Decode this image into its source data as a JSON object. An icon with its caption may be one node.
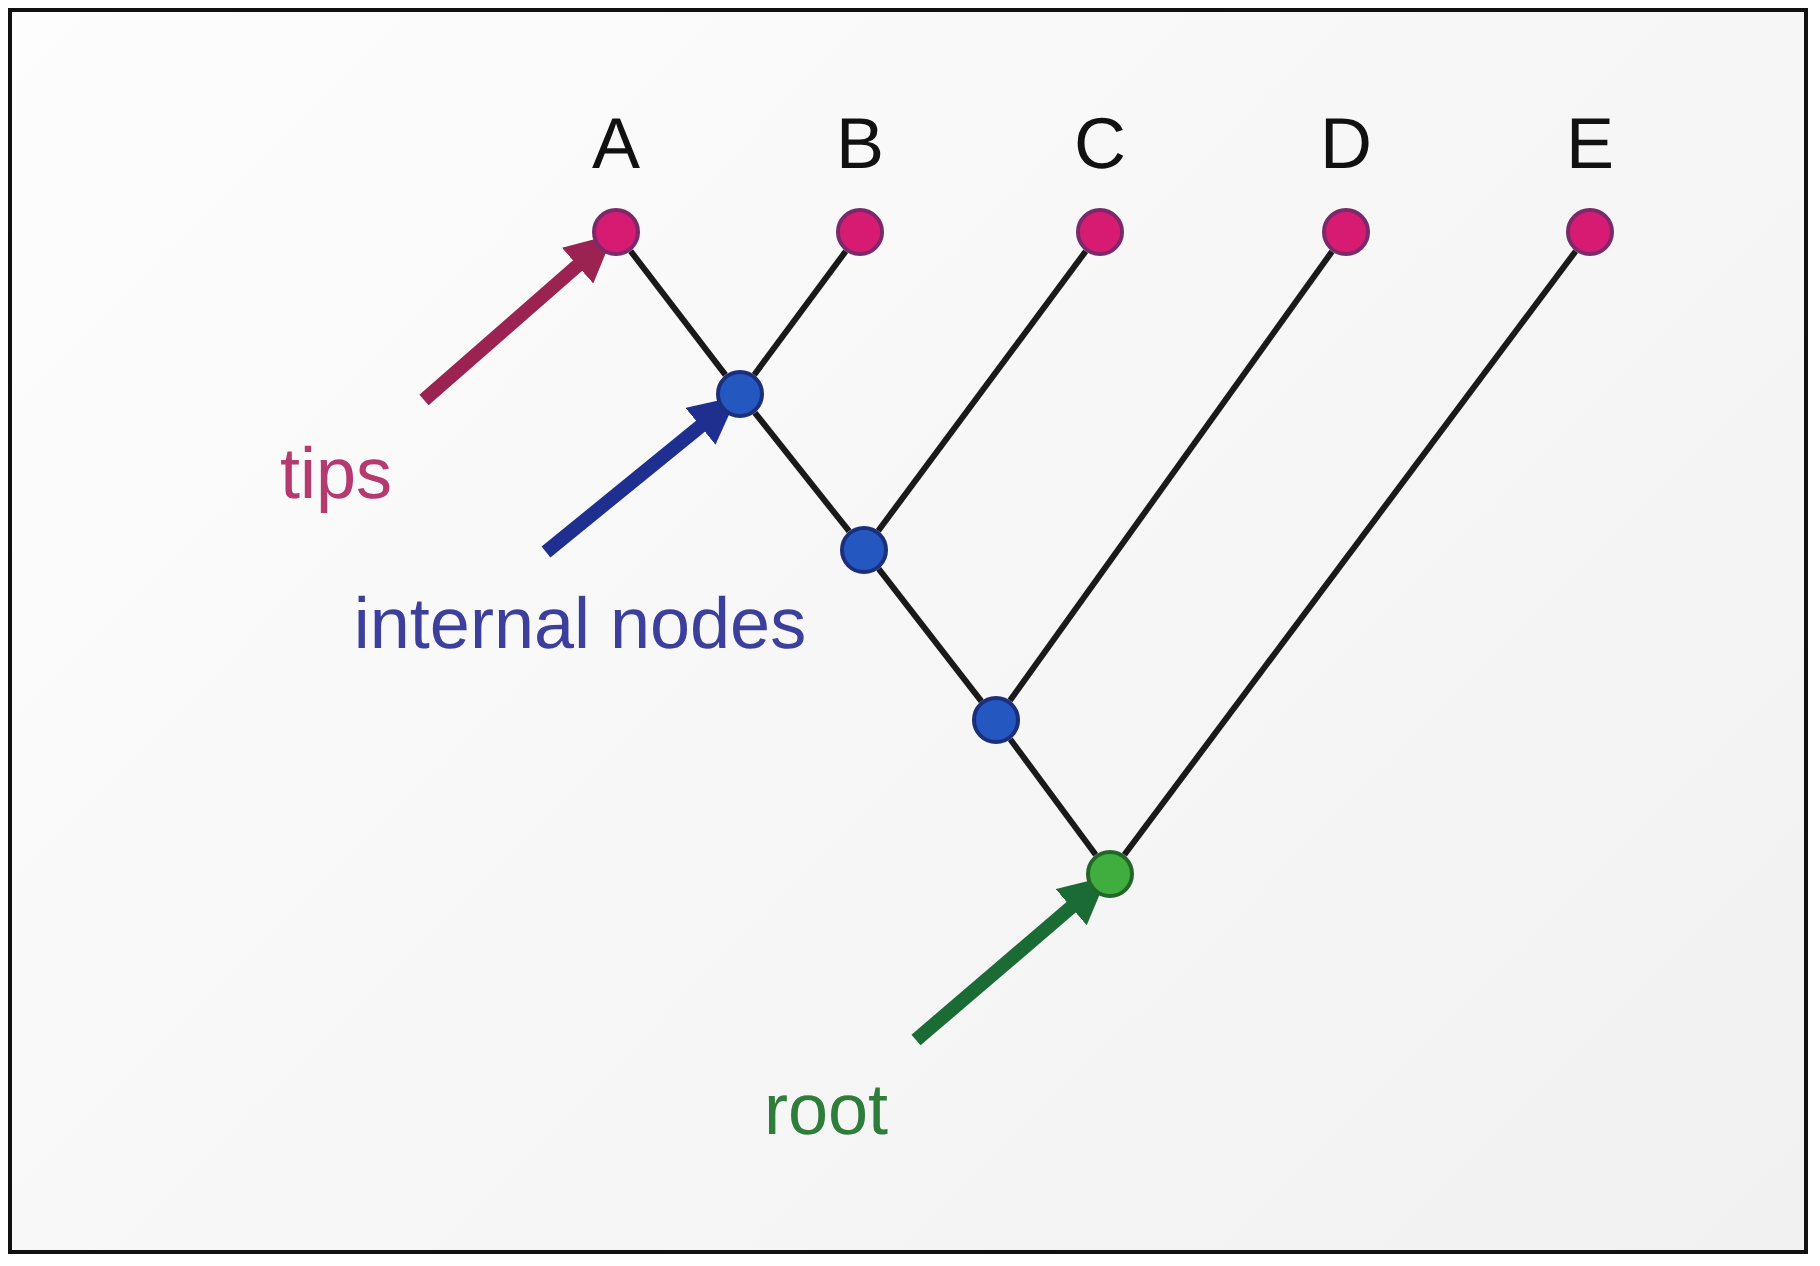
{
  "diagram": {
    "nodes": [
      {
        "text": [
          "A"
        ]
      },
      {
        "text": [
          "B"
        ]
      },
      {
        "text": [
          "C"
        ]
      },
      {
        "text": [
          "D"
        ]
      },
      {
        "text": [
          "E"
        ]
      },
      {
        "text": [],
        "shape": "circle"
      },
      {
        "text": [
          "tips"
        ]
      },
      {
        "text": [],
        "shape": "circle"
      },
      {
        "text": [
          "internal nodes"
        ]
      },
      {
        "text": [],
        "shape": "circle"
      },
      {
        "text": [],
        "shape": "circle"
      },
      {
        "text": [
          "root"
        ]
      }
    ],
    "edges": [
      {
        "from": 0,
        "to": 5,
        "arrow": "none"
      },
      {
        "from": 1,
        "to": 5,
        "arrow": "none"
      },
      {
        "from": 5,
        "to": 7,
        "arrow": "none"
      },
      {
        "from": 2,
        "to": 7,
        "arrow": "none"
      },
      {
        "from": 7,
        "to": 9,
        "arrow": "none"
      },
      {
        "from": 3,
        "to": 9,
        "arrow": "none"
      },
      {
        "from": 9,
        "to": 10,
        "arrow": "none"
      },
      {
        "from": 4,
        "to": 10,
        "arrow": "none"
      },
      {
        "from": 6,
        "to": 0,
        "arrow": "to",
        "style": "thick",
        "color": "#9b2352"
      },
      {
        "from": 8,
        "to": 5,
        "arrow": "to",
        "style": "thick",
        "color": "#1f2f8f"
      },
      {
        "from": 11,
        "to": 10,
        "arrow": "to",
        "style": "thick",
        "color": "#1b6b34"
      }
    ]
  }
}
